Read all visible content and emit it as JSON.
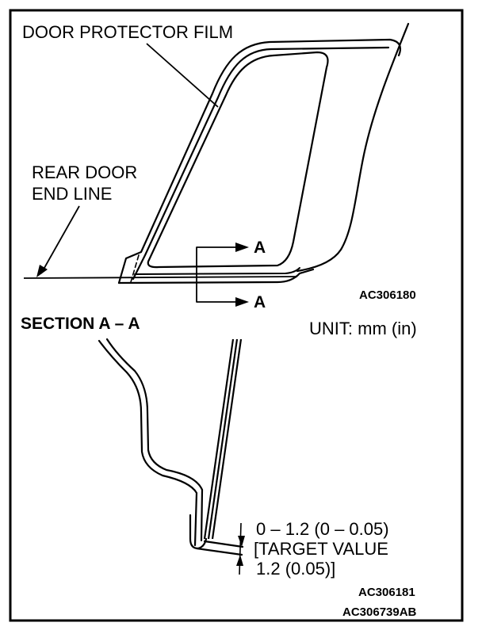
{
  "labels": {
    "door_protector_film": "DOOR PROTECTOR FILM",
    "rear_door_end_line_1": "REAR DOOR",
    "rear_door_end_line_2": "END LINE",
    "section_marker_top": "A",
    "section_marker_bottom": "A",
    "figure_code_top": "AC306180",
    "section_title": "SECTION A – A",
    "unit": "UNIT: mm (in)",
    "dim_line_1": "0 – 1.2 (0 – 0.05)",
    "dim_line_2": "[TARGET VALUE",
    "dim_line_3": "1.2 (0.05)]",
    "figure_code_bottom": "AC306181",
    "document_code": "AC306739AB"
  }
}
